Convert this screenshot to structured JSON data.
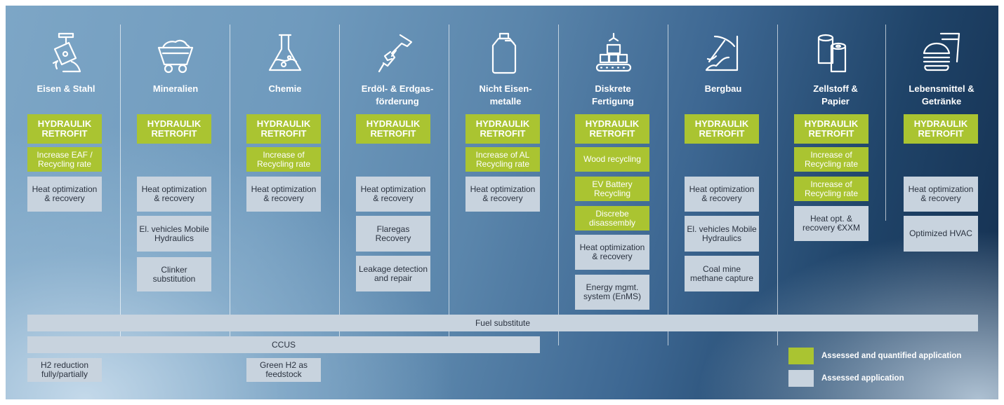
{
  "columns": [
    {
      "title": "Eisen & Stahl",
      "hydraulik": "HYDRAULIK RETROFIT",
      "green": [
        "Increase EAF / Recycling rate"
      ],
      "grey": [
        "Heat optimization & recovery"
      ]
    },
    {
      "title": "Mineralien",
      "hydraulik": "HYDRAULIK RETROFIT",
      "green": [],
      "grey": [
        "Heat optimization & recovery",
        "El. vehicles Mobile Hydraulics",
        "Clinker substitution"
      ]
    },
    {
      "title": "Chemie",
      "hydraulik": "HYDRAULIK RETROFIT",
      "green": [
        "Increase of Recycling rate"
      ],
      "grey": [
        "Heat optimization & recovery"
      ]
    },
    {
      "title": "Erdöl- & Erdgas-förderung",
      "hydraulik": "HYDRAULIK RETROFIT",
      "green": [],
      "grey": [
        "Heat optimization & recovery",
        "Flaregas Recovery",
        "Leakage detection and repair"
      ]
    },
    {
      "title": "Nicht Eisen-metalle",
      "hydraulik": "HYDRAULIK RETROFIT",
      "green": [
        "Increase of AL Recycling rate"
      ],
      "grey": [
        "Heat optimization & recovery"
      ]
    },
    {
      "title": "Diskrete Fertigung",
      "hydraulik": "HYDRAULIK RETROFIT",
      "green": [
        "Wood recycling",
        "EV Battery Recycling",
        "Discrebe disassembly"
      ],
      "grey": [
        "Heat optimization & recovery",
        "Energy mgmt. system (EnMS)"
      ]
    },
    {
      "title": "Bergbau",
      "hydraulik": "HYDRAULIK RETROFIT",
      "green": [],
      "grey": [
        "Heat optimization & recovery",
        "El. vehicles Mobile Hydraulics",
        "Coal mine methane capture"
      ]
    },
    {
      "title": "Zellstoff & Papier",
      "hydraulik": "HYDRAULIK RETROFIT",
      "green": [
        "Increase of Recycling rate",
        "Increase of Recycling rate"
      ],
      "grey": [
        "Heat opt. & recovery €XXM"
      ]
    },
    {
      "title": "Lebensmittel & Getränke",
      "hydraulik": "HYDRAULIK RETROFIT",
      "green": [],
      "grey": [
        "Heat optimization & recovery",
        "Optimized HVAC"
      ]
    }
  ],
  "bars": {
    "fuel": "Fuel substitute",
    "ccus": "CCUS"
  },
  "bottom": {
    "h2_reduction": "H2 reduction fully/partially",
    "green_h2": "Green H2 as feedstock"
  },
  "legend": {
    "green_label": "Assessed and quantified application",
    "grey_label": "Assessed application",
    "green_color": "#aac431",
    "grey_color": "#c8d3de"
  },
  "icons": [
    "steel-ladle-icon",
    "mine-cart-icon",
    "flask-icon",
    "fuel-nozzle-icon",
    "canister-icon",
    "conveyor-icon",
    "pickaxe-icon",
    "paper-rolls-icon",
    "burger-drink-icon"
  ]
}
